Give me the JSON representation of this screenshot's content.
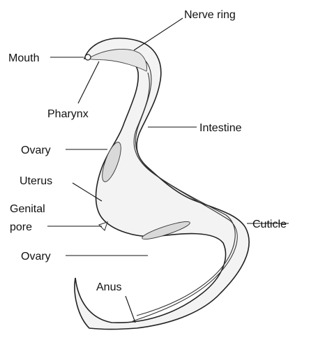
{
  "diagram": {
    "labels": {
      "nerve_ring": "Nerve ring",
      "mouth": "Mouth",
      "pharynx": "Pharynx",
      "intestine": "Intestine",
      "ovary_upper": "Ovary",
      "uterus": "Uterus",
      "genital_pore_line1": "Genital",
      "genital_pore_line2": "pore",
      "cuticle": "Cuticle",
      "ovary_lower": "Ovary",
      "anus": "Anus"
    }
  }
}
